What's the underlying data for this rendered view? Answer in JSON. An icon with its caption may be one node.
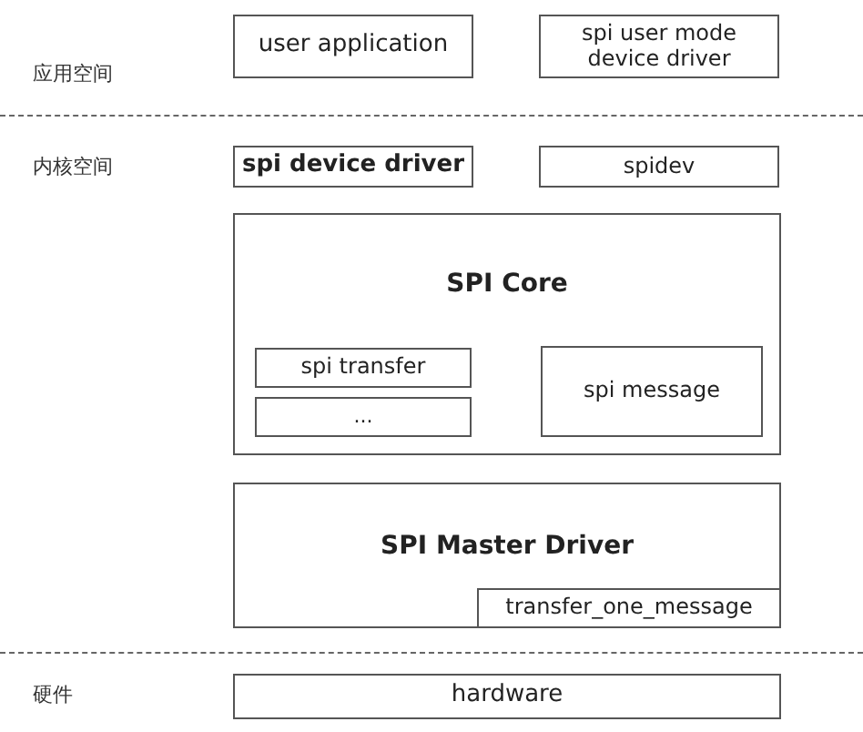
{
  "diagram": {
    "nodes": [
      {
        "text": [
          "user application"
        ]
      },
      {
        "text": [
          "spi user mode device driver"
        ]
      },
      {
        "text": [
          "spi device driver"
        ]
      },
      {
        "text": [
          "spidev"
        ]
      },
      {
        "text": [
          "SPI Core"
        ]
      },
      {
        "text": [
          "spi transfer"
        ],
        "in": 4
      },
      {
        "text": [
          "..."
        ],
        "in": 4
      },
      {
        "text": [
          "spi message"
        ],
        "in": 4
      },
      {
        "text": [
          "SPI Master Driver"
        ]
      },
      {
        "text": [
          "transfer_one_message"
        ],
        "in": 8
      },
      {
        "text": [
          "hardware"
        ]
      }
    ],
    "labels": [
      "应用空间",
      "内核空间",
      "硬件"
    ]
  }
}
